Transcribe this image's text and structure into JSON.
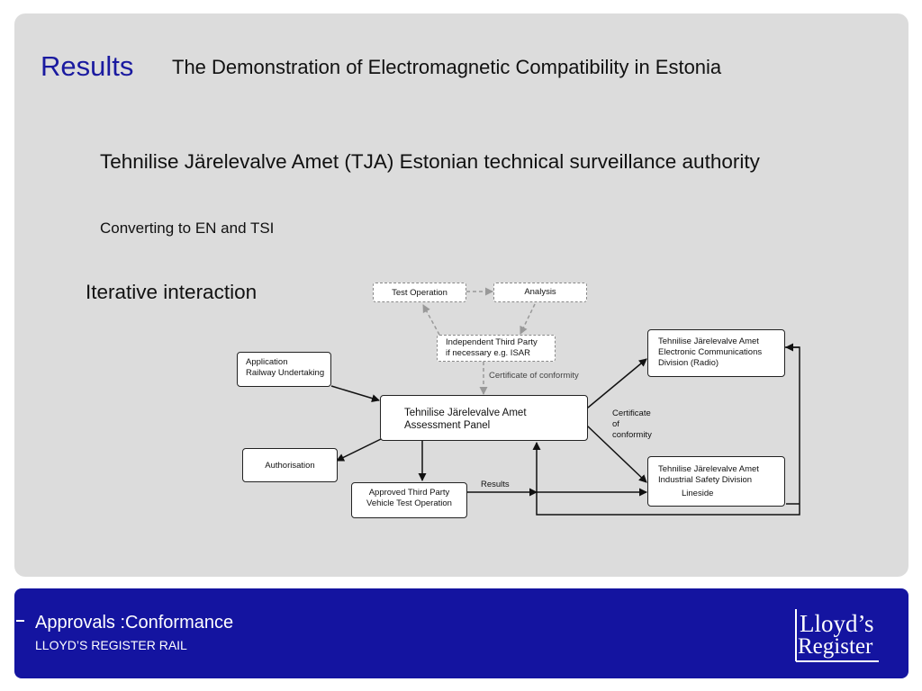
{
  "header": {
    "results": "Results",
    "subtitle": "The Demonstration of Electromagnetic Compatibility in Estonia"
  },
  "body": {
    "tja_line": "Tehnilise Järelevalve Amet (TJA) Estonian technical surveillance authority",
    "converting": "Converting to EN and TSI",
    "iterative": "Iterative interaction"
  },
  "diagram": {
    "test_operation": "Test Operation",
    "analysis": "Analysis",
    "third_party_1": "Independent Third Party",
    "third_party_2": "if necessary e.g. ISAR",
    "cert_conformity_dashed": "Certificate of conformity",
    "application_1": "Application",
    "application_2": "Railway Undertaking",
    "panel_1": "Tehnilise Järelevalve Amet",
    "panel_2": "Assessment Panel",
    "authorisation": "Authorisation",
    "approved_1": "Approved Third Party",
    "approved_2": "Vehicle Test Operation",
    "results_label": "Results",
    "cert_1": "Certificate",
    "cert_2": "of",
    "cert_3": "conformity",
    "ecd_1": "Tehnilise Järelevalve Amet",
    "ecd_2": "Electronic Communications",
    "ecd_3": "Division    (Radio)",
    "isd_1": "Tehnilise Järelevalve Amet",
    "isd_2": "Industrial Safety Division",
    "isd_3": "Lineside"
  },
  "footer": {
    "title": "Approvals :Conformance",
    "subtitle": "LLOYD’S REGISTER RAIL",
    "logo_line1": "Lloyd’s",
    "logo_line2": "Register"
  },
  "colors": {
    "panel_bg": "#dcdcdc",
    "heading_blue": "#1a1aa0",
    "footer_blue": "#1414a0"
  }
}
